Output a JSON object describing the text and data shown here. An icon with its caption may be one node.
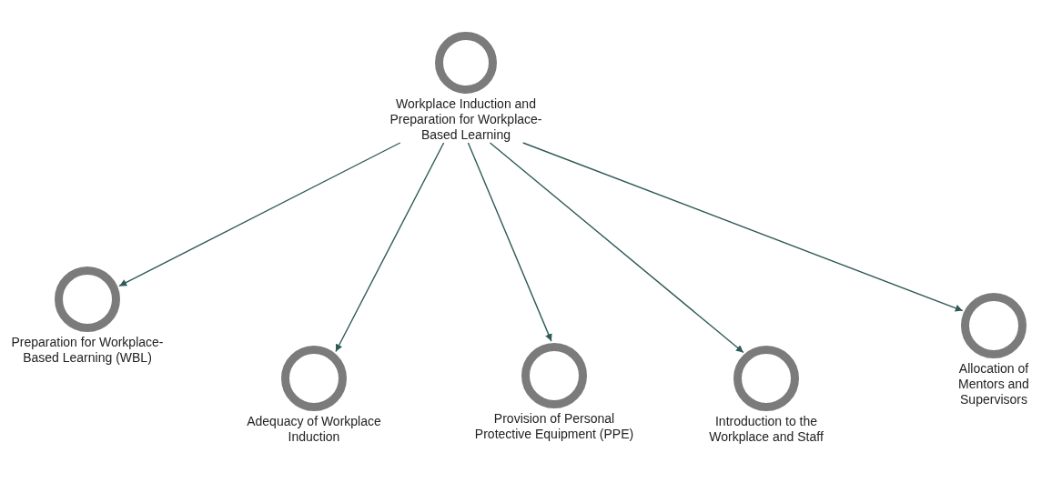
{
  "diagram": {
    "nodes": [
      {
        "text": [
          "Workplace Induction and Preparation for Workplace-Based Learning"
        ]
      },
      {
        "text": [
          "Preparation for Workplace-Based Learning (WBL)"
        ]
      },
      {
        "text": [
          "Adequacy of Workplace Induction"
        ]
      },
      {
        "text": [
          "Provision of Personal Protective Equipment (PPE)"
        ]
      },
      {
        "text": [
          "Introduction to the Workplace and Staff"
        ]
      },
      {
        "text": [
          "Allocation of Mentors and Supervisors"
        ]
      }
    ],
    "edges": [
      {
        "from": 0,
        "to": 1,
        "arrow": "to"
      },
      {
        "from": 0,
        "to": 2,
        "arrow": "to"
      },
      {
        "from": 0,
        "to": 3,
        "arrow": "to"
      },
      {
        "from": 0,
        "to": 4,
        "arrow": "to"
      },
      {
        "from": 0,
        "to": 5,
        "arrow": "to"
      }
    ]
  }
}
